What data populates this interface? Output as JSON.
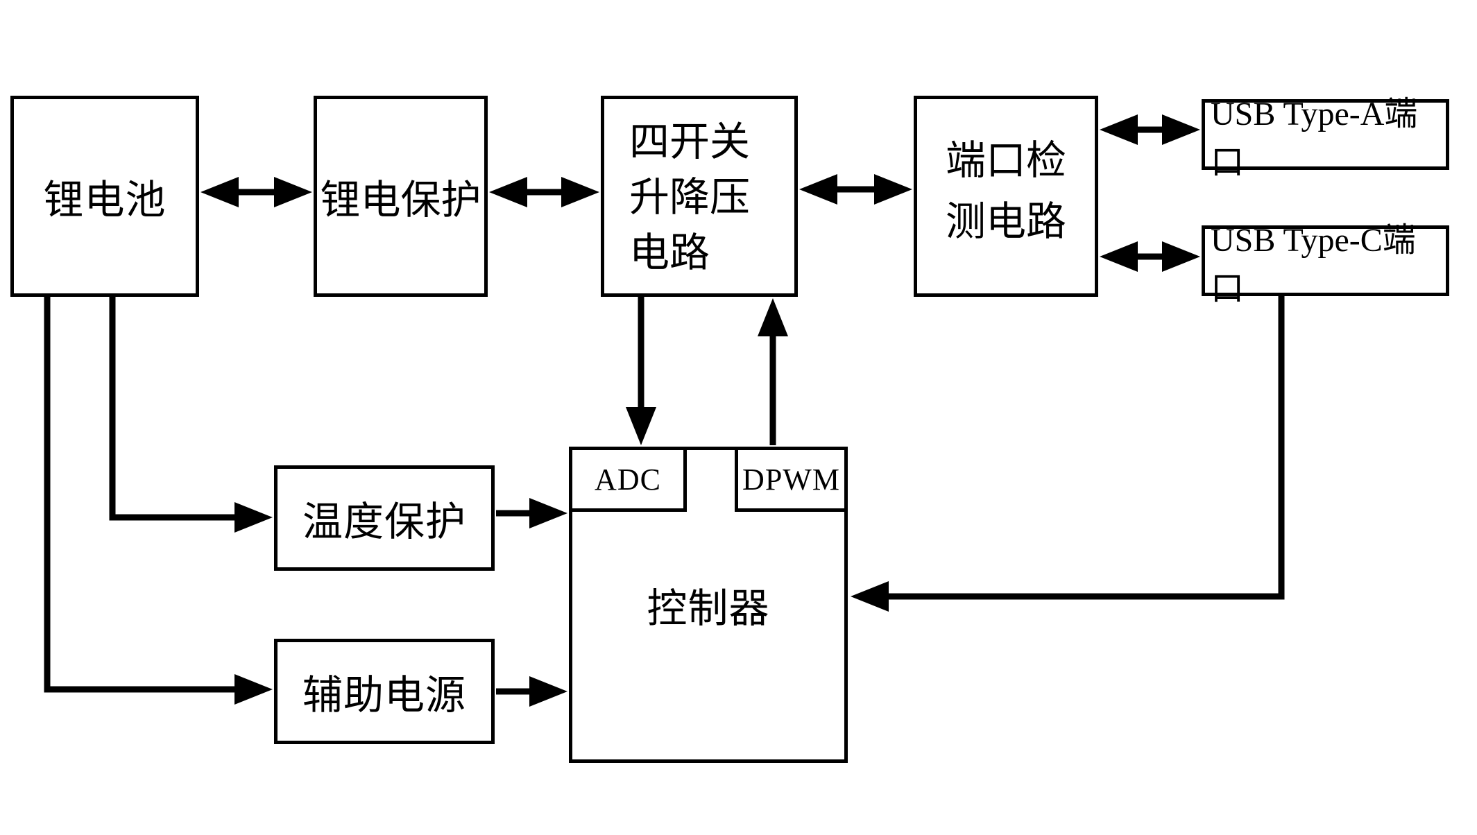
{
  "canvas": {
    "background_color": "#ffffff",
    "line_color": "#000000"
  },
  "boxes": {
    "battery": {
      "label": "锂电池"
    },
    "battery_protection": {
      "label": "锂电保护"
    },
    "buck_boost": {
      "line1": "四开关",
      "line2": "升降压",
      "line3": "电路"
    },
    "port_detection": {
      "line1": "端口检",
      "line2": "测电路"
    },
    "usb_a": {
      "label": "USB Type-A端口"
    },
    "usb_c": {
      "label": "USB Type-C端口"
    },
    "temp_protection": {
      "label": "温度保护"
    },
    "aux_power": {
      "label": "辅助电源"
    },
    "controller": {
      "label": "控制器"
    },
    "adc": {
      "label": "ADC"
    },
    "dpwm": {
      "label": "DPWM"
    }
  },
  "connections": [
    {
      "from": "锂电池",
      "to": "锂电保护",
      "type": "bidirectional"
    },
    {
      "from": "锂电保护",
      "to": "四开关升降压电路",
      "type": "bidirectional"
    },
    {
      "from": "四开关升降压电路",
      "to": "端口检测电路",
      "type": "bidirectional"
    },
    {
      "from": "端口检测电路",
      "to": "USB Type-A端口",
      "type": "bidirectional"
    },
    {
      "from": "端口检测电路",
      "to": "USB Type-C端口",
      "type": "bidirectional"
    },
    {
      "from": "四开关升降压电路",
      "to": "ADC",
      "type": "directed"
    },
    {
      "from": "DPWM",
      "to": "四开关升降压电路",
      "type": "directed"
    },
    {
      "from": "USB Type-C端口",
      "to": "控制器",
      "type": "directed"
    },
    {
      "from": "锂电池",
      "to": "温度保护",
      "type": "directed"
    },
    {
      "from": "锂电池",
      "to": "辅助电源",
      "type": "directed"
    },
    {
      "from": "温度保护",
      "to": "控制器",
      "type": "directed"
    },
    {
      "from": "辅助电源",
      "to": "控制器",
      "type": "directed"
    }
  ]
}
